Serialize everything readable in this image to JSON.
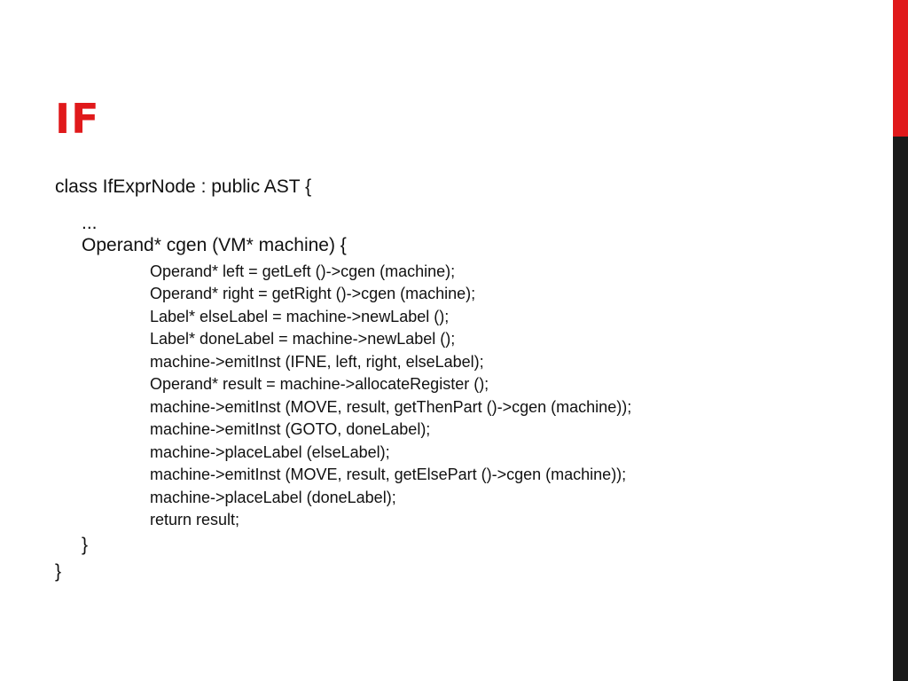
{
  "slide": {
    "title": "IF",
    "accent_color": "#e0191b",
    "sidebar_dark_color": "#1a1a1a",
    "code_lines": [
      "class IfExprNode : public AST {",
      "...",
      "Operand* cgen (VM* machine) {",
      "Operand* left = getLeft ()->cgen (machine);",
      "Operand* right = getRight ()->cgen (machine);",
      "Label* elseLabel = machine->newLabel ();",
      "Label* doneLabel = machine->newLabel ();",
      "machine->emitInst (IFNE, left, right, elseLabel);",
      "Operand* result = machine->allocateRegister ();",
      "machine->emitInst (MOVE, result, getThenPart ()->cgen (machine));",
      "machine->emitInst (GOTO, doneLabel);",
      "machine->placeLabel (elseLabel);",
      "machine->emitInst (MOVE, result, getElsePart ()->cgen (machine));",
      "machine->placeLabel (doneLabel);",
      "return result;",
      "}",
      "}"
    ]
  }
}
